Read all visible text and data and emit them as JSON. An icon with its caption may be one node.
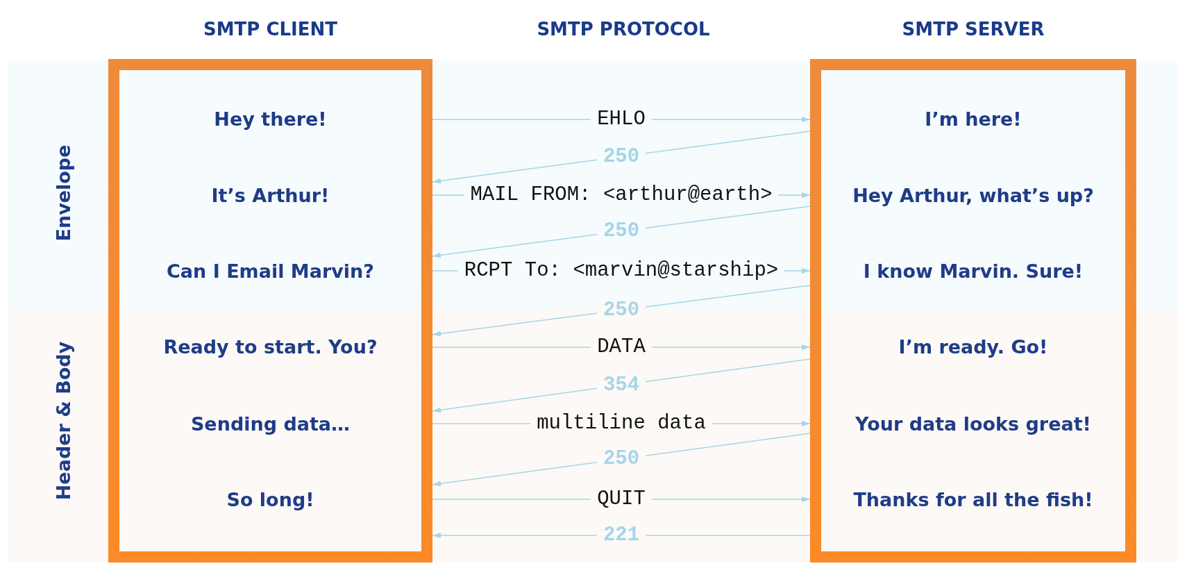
{
  "diagram": {
    "nodes": [
      {
        "text": [
          "SMTP CLIENT",
          "Hey there!",
          "It’s Arthur!",
          "Can I Email Marvin?",
          "Ready to start. You?",
          "Sending data…",
          "So long!"
        ]
      },
      {
        "text": [
          "SMTP SERVER",
          "I’m here!",
          "Hey Arthur, what’s up?",
          "I know Marvin. Sure!",
          "I’m ready. Go!",
          "Your data looks great!",
          "Thanks for all the fish!"
        ]
      }
    ],
    "edges": [
      {
        "from": 0,
        "to": 1,
        "arrow": "to",
        "label": "EHLO"
      },
      {
        "from": 1,
        "to": 0,
        "arrow": "to",
        "label": "250"
      },
      {
        "from": 0,
        "to": 1,
        "arrow": "to",
        "label": "MAIL FROM: <arthur@earth>"
      },
      {
        "from": 1,
        "to": 0,
        "arrow": "to",
        "label": "250"
      },
      {
        "from": 0,
        "to": 1,
        "arrow": "to",
        "label": "RCPT To: <marvin@starship>"
      },
      {
        "from": 1,
        "to": 0,
        "arrow": "to",
        "label": "250"
      },
      {
        "from": 0,
        "to": 1,
        "arrow": "to",
        "label": "DATA"
      },
      {
        "from": 1,
        "to": 0,
        "arrow": "to",
        "label": "354"
      },
      {
        "from": 0,
        "to": 1,
        "arrow": "to",
        "label": "multiline data"
      },
      {
        "from": 1,
        "to": 0,
        "arrow": "to",
        "label": "250"
      },
      {
        "from": 0,
        "to": 1,
        "arrow": "to",
        "label": "QUIT"
      },
      {
        "from": 1,
        "to": 0,
        "arrow": "to",
        "label": "221"
      }
    ],
    "labels": [
      "SMTP PROTOCOL",
      "Envelope",
      "Header & Body"
    ]
  }
}
